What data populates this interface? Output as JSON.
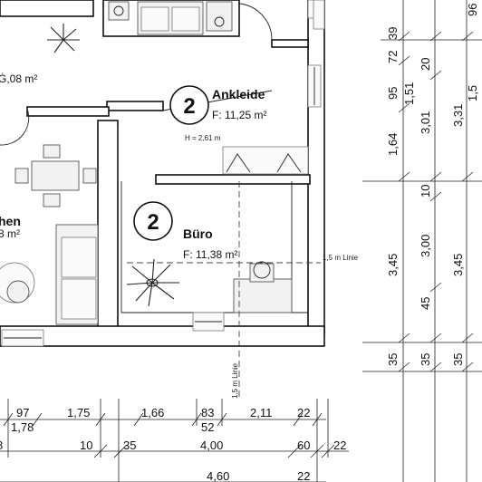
{
  "rooms": {
    "left_area": "Ġ,08 m²",
    "kitchen_name": "hen",
    "kitchen_area": "8 m²",
    "ankleide": {
      "number": "2",
      "name": "Ankleide",
      "area": "F: 11,25 m²",
      "height": "H = 2,61 m"
    },
    "buero": {
      "number": "2",
      "name": "Büro",
      "area": "F: 11,38 m²"
    }
  },
  "lines": {
    "label_h": "1,5 m Linie",
    "label_v": "1,5 m Linie"
  },
  "dims_right": {
    "col1": [
      "39",
      "72",
      "95",
      "1,64",
      "3,45",
      "35"
    ],
    "col2": [
      "20",
      "1,51",
      "3,01",
      "10",
      "3,00",
      "45",
      "35"
    ],
    "col3": [
      "96",
      "1,5",
      "3,31",
      "3,45",
      "35"
    ]
  },
  "dims_bottom": {
    "row1": [
      "97",
      "1,75",
      "1,66",
      "83",
      "2,11",
      "22"
    ],
    "row1_sub": [
      "1,78",
      "52"
    ],
    "row2": [
      "8",
      "10",
      "35",
      "4,00",
      "60",
      "22"
    ],
    "row3": [
      "4,60",
      "22"
    ]
  }
}
